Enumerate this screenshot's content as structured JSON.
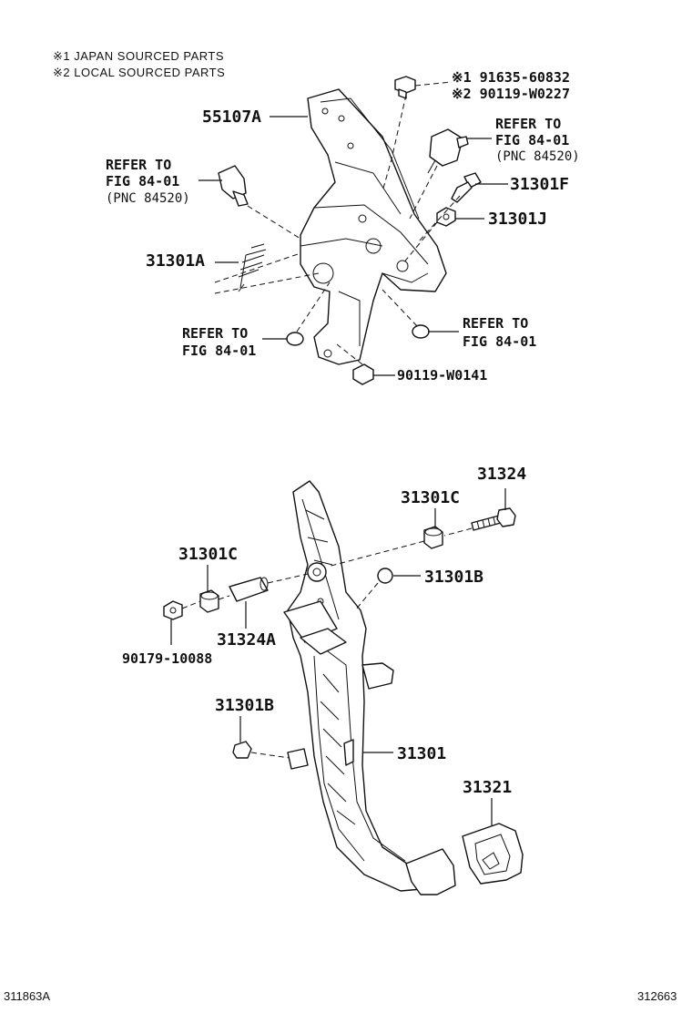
{
  "legend": {
    "line1": "※1 JAPAN SOURCED PARTS",
    "line2": "※2 LOCAL SOURCED PARTS"
  },
  "upper": {
    "bolt_japan": "※1 91635-60832",
    "bolt_local": "※2 90119-W0227",
    "bracket": "55107A",
    "refer_right_top": [
      "REFER TO",
      "FIG 84-01",
      "(PNC 84520)"
    ],
    "refer_left_top": [
      "REFER TO",
      "FIG 84-01",
      "(PNC 84520)"
    ],
    "bolt_f": "31301F",
    "nut_j": "31301J",
    "spring_a": "31301A",
    "refer_left_bottom": [
      "REFER TO",
      "FIG 84-01"
    ],
    "refer_right_bottom": [
      "REFER TO",
      "FIG 84-01"
    ],
    "bolt_bottom": "90119-W0141"
  },
  "lower": {
    "bolt": "31324",
    "bushing_right": "31301C",
    "bushing_left": "31301C",
    "cushion_right": "31301B",
    "collar": "31324A",
    "nut": "90179-10088",
    "cushion_left": "31301B",
    "pedal": "31301",
    "pad": "31321"
  },
  "footer": {
    "left": "311863A",
    "right": "312663"
  }
}
